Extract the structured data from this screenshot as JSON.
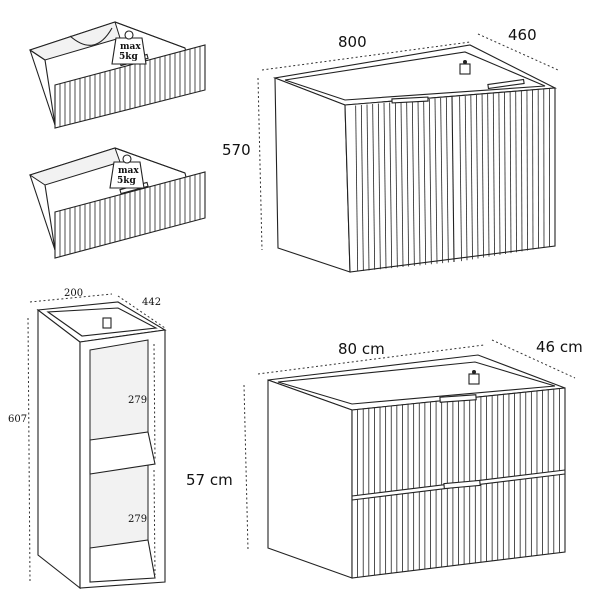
{
  "drawer_icons": {
    "weight_line1": "max",
    "weight_line2": "5kg"
  },
  "cabinet_doors": {
    "width": "800",
    "depth": "460",
    "height": "570"
  },
  "tall_cabinet": {
    "width": "200",
    "depth": "442",
    "height": "607",
    "shelf_upper": "279",
    "shelf_lower": "279"
  },
  "cabinet_drawers": {
    "width": "80 cm",
    "depth": "46 cm",
    "height": "57 cm"
  },
  "colors": {
    "line": "#222222",
    "background": "#ffffff"
  }
}
